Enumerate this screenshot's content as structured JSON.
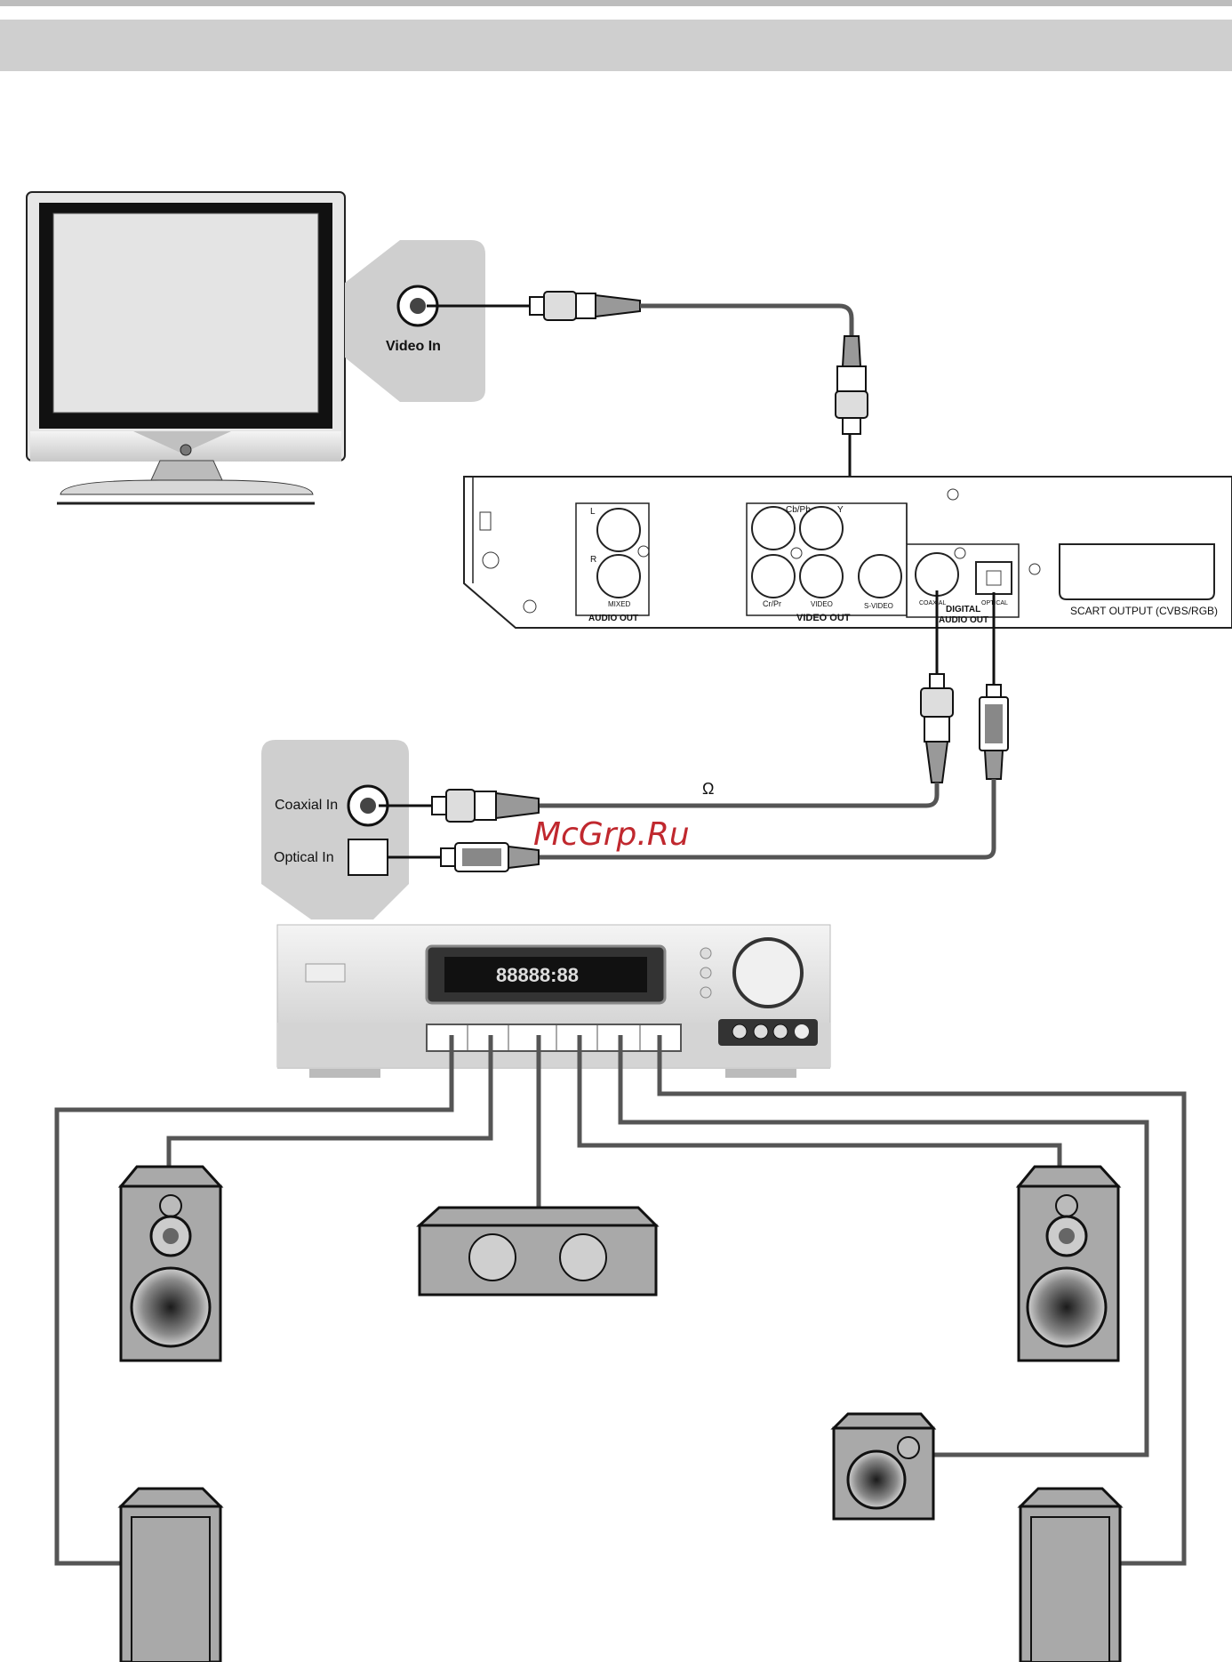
{
  "labels": {
    "video_in": "Video In",
    "coaxial_in": "Coaxial In",
    "optical_in": "Optical In",
    "omega": "Ω",
    "audio_out_l": "L",
    "audio_out_r": "R",
    "mixed": "MIXED",
    "audio_out": "AUDIO OUT",
    "cb_pb": "Cb/Pb",
    "y": "Y",
    "cr_pr": "Cr/Pr",
    "video": "VIDEO",
    "s_video": "S-VIDEO",
    "video_out": "VIDEO OUT",
    "coaxial": "COAXIAL",
    "optical": "OPTICAL",
    "digital": "DIGITAL",
    "audio_out_digital": "AUDIO OUT",
    "scart_output": "SCART OUTPUT (CVBS/RGB)",
    "receiver_display": "88888:88"
  },
  "watermark": "McGrp.Ru",
  "colors": {
    "header_band": "#cfcfcf",
    "callout": "#cfcfcf",
    "cable": "#555555",
    "speaker_fill": "#a9a9a9",
    "watermark": "#c0282e"
  }
}
